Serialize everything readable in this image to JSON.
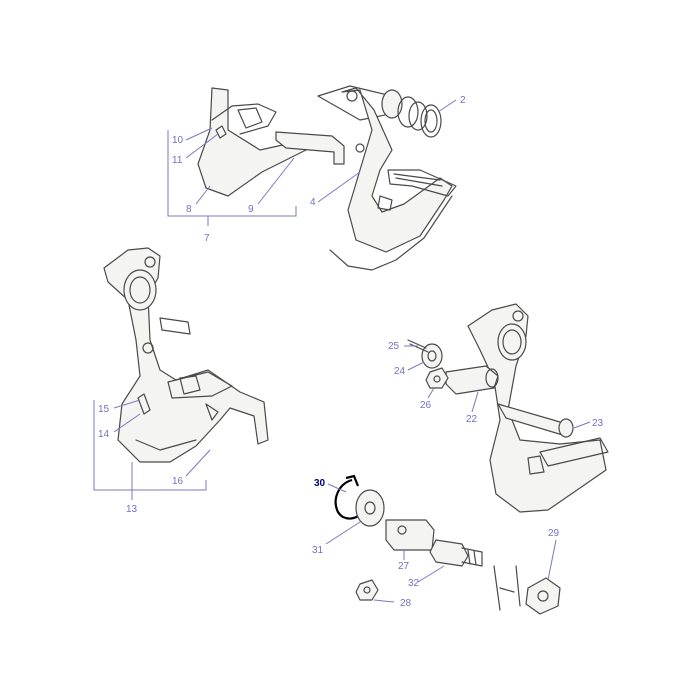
{
  "diagram": {
    "active_callout": "30",
    "accent_color": "#7070c8",
    "active_color": "#000080",
    "callouts": {
      "c2": "2",
      "c4": "4",
      "c7": "7",
      "c8": "8",
      "c9": "9",
      "c10": "10",
      "c11": "11",
      "c13": "13",
      "c14": "14",
      "c15": "15",
      "c16": "16",
      "c22": "22",
      "c23": "23",
      "c24": "24",
      "c25": "25",
      "c26": "26",
      "c27": "27",
      "c28": "28",
      "c29": "29",
      "c30": "30",
      "c31": "31",
      "c32": "32"
    }
  }
}
